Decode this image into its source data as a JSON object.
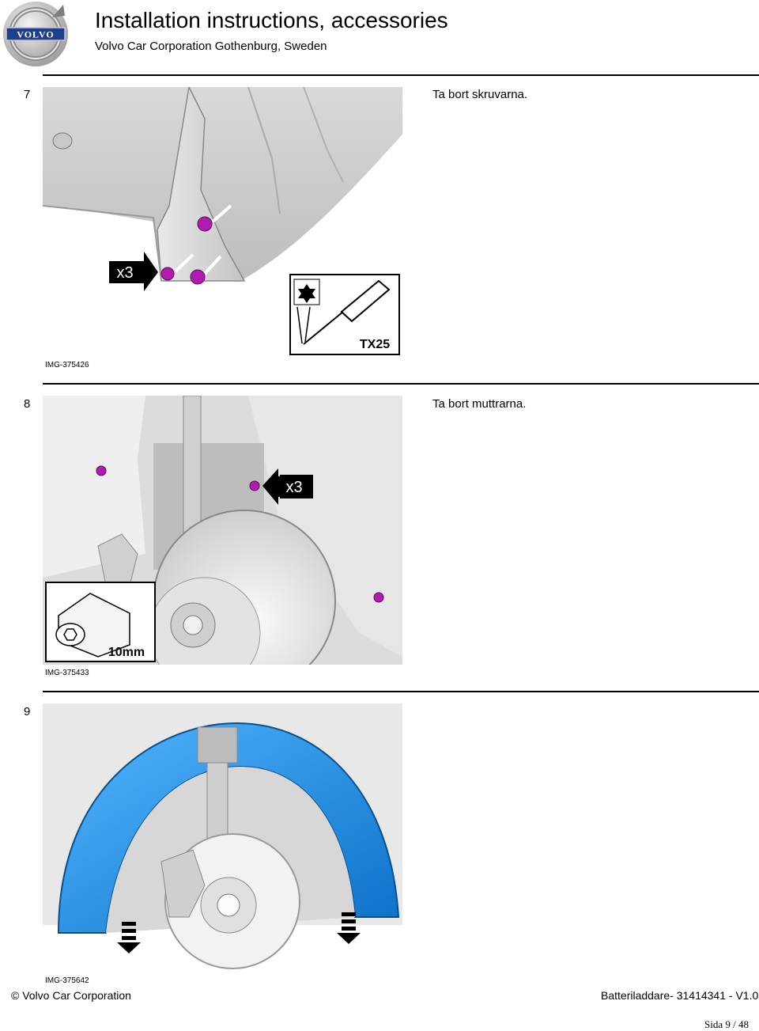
{
  "header": {
    "title": "Installation instructions, accessories",
    "subtitle": "Volvo Car Corporation Gothenburg, Sweden",
    "logo_text": "VOLVO"
  },
  "steps": [
    {
      "number": "7",
      "text": "Ta bort skruvarna.",
      "image_id": "IMG-375426",
      "labels": {
        "count": "x3",
        "tool": "TX25"
      }
    },
    {
      "number": "8",
      "text": "Ta bort muttrarna.",
      "image_id": "IMG-375433",
      "labels": {
        "count": "x3",
        "tool": "10mm"
      }
    },
    {
      "number": "9",
      "text": "",
      "image_id": "IMG-375642"
    }
  ],
  "footer": {
    "copyright": "© Volvo Car Corporation",
    "document": "Batteriladdare- 31414341 - V1.0",
    "page": "Sida 9 / 48"
  },
  "colors": {
    "accent_magenta": "#b01cb0",
    "panel_blue": "#1e90e8",
    "logo_blue": "#1c3f8f"
  }
}
